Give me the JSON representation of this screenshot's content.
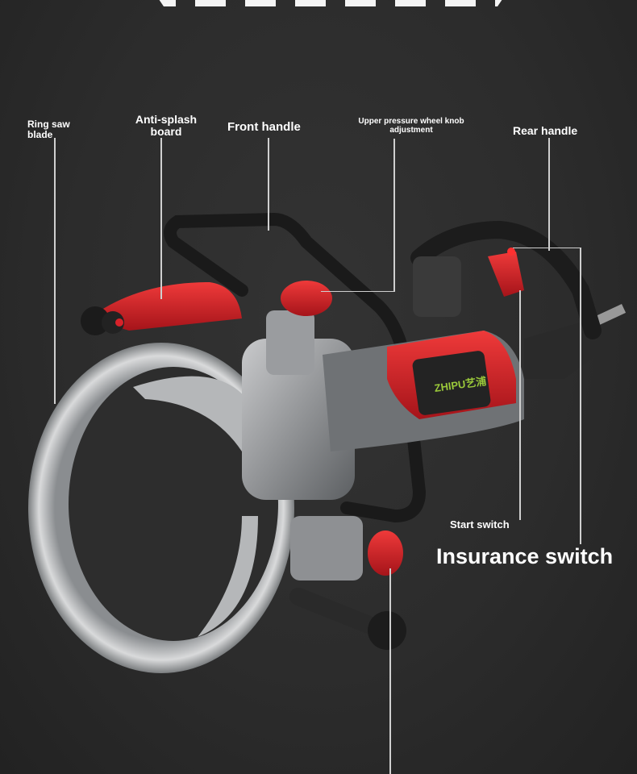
{
  "labels": {
    "ring_saw_blade": "Ring saw blade",
    "anti_splash_board": "Anti-splash board",
    "front_handle": "Front handle",
    "upper_knob": "Upper pressure wheel knob adjustment",
    "rear_handle": "Rear handle",
    "start_switch": "Start switch",
    "insurance_switch": "Insurance switch"
  },
  "brand_logo": "ZHIPU艺浦",
  "colors": {
    "accent_red": "#d8222a",
    "background": "#2e2e2e"
  }
}
